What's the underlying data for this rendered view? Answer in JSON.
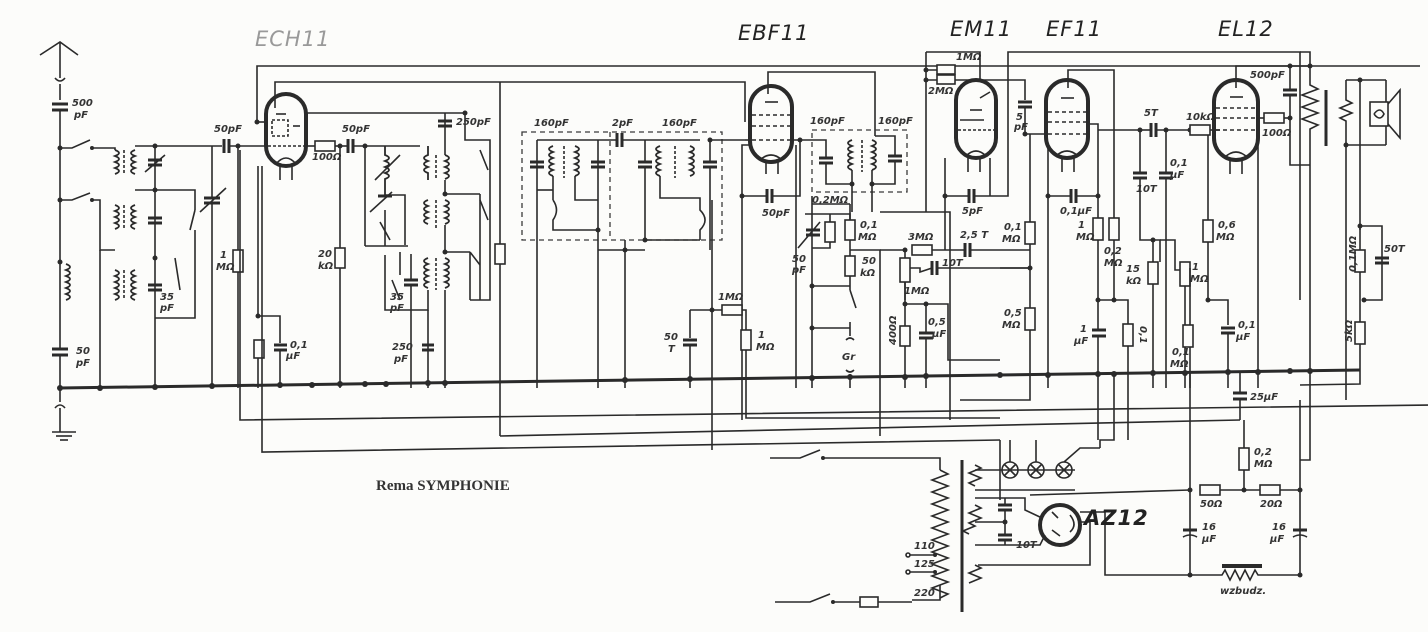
{
  "title": "Rema SYMPHONIE",
  "tubes": {
    "ecm11": "ECH11",
    "ebf11": "EBF11",
    "em11": "EM11",
    "ef11": "EF11",
    "el12": "EL12",
    "az12": "AZ12"
  },
  "labels": {
    "ant_cap": [
      "500",
      "pF"
    ],
    "ground_cap": [
      "50",
      "pF"
    ],
    "c35_left": [
      "35",
      "pF"
    ],
    "c50_grid": "50pF",
    "r1m_grid": [
      "1",
      "MΩ"
    ],
    "r100": "100Ω",
    "c50_osc": "50pF",
    "r20k": [
      "20",
      "kΩ"
    ],
    "c01_cath": [
      "0,1",
      "μF"
    ],
    "c250_top": "250pF",
    "c35_osc": [
      "35",
      "pF"
    ],
    "c250_bot": [
      "250",
      "pF"
    ],
    "if1_160a": "160pF",
    "if_2pf": "2pF",
    "if1_160b": "160pF",
    "if2_160a": "160pF",
    "if2_160b": "160pF",
    "c50_ebf": "50pF",
    "r02m": "0,2MΩ",
    "c50_ebf2": [
      "50",
      "pF"
    ],
    "r01m_ebf": [
      "0,1",
      "MΩ"
    ],
    "r50k": [
      "50",
      "kΩ"
    ],
    "gr": "Gr",
    "r1m_avc": "1MΩ",
    "c50t": [
      "50",
      "T"
    ],
    "r1m_avc2": [
      "1",
      "MΩ"
    ],
    "r3m": "3MΩ",
    "c25t": "2,5 T",
    "c10t_vol": "10T",
    "pot1m": "1MΩ",
    "r400": "400Ω",
    "c05": [
      "0,5",
      "μF"
    ],
    "r1m_em": "1MΩ",
    "r2m_em": "2MΩ",
    "c5pf_em": "5pF",
    "c5pf_ef": [
      "5",
      "pF"
    ],
    "r01m_ef": [
      "0,1",
      "MΩ"
    ],
    "r05m_ef": [
      "0,5",
      "MΩ"
    ],
    "c01_ef": "0,1μF",
    "r1m_ef": [
      "1",
      "MΩ"
    ],
    "r02m_ef": [
      "0,2",
      "MΩ"
    ],
    "c1uf": [
      "1",
      "μF"
    ],
    "r01_ef2": [
      "0,1",
      "MΩ"
    ],
    "c5t": "5T",
    "c10t": "10T",
    "c01_tone": [
      "0,1",
      "μF"
    ],
    "r15k": [
      "15",
      "kΩ"
    ],
    "pot1m_tone": [
      "1",
      "MΩ"
    ],
    "r06m": [
      "0,6",
      "MΩ"
    ],
    "r01m_tone": [
      "0,1",
      "MΩ"
    ],
    "c01_tone2": [
      "0,1",
      "μF"
    ],
    "r10k": "10kΩ",
    "r100_el": "100Ω",
    "c500pf": "500pF",
    "r01m_fb": "0,1MΩ",
    "c50t_fb": "50T",
    "r5k": "5kΩ",
    "c25uf": "25μF",
    "r02m_ps": [
      "0,2",
      "MΩ"
    ],
    "r50ohm": "50Ω",
    "r20ohm": "20Ω",
    "c16a": [
      "16",
      "μF"
    ],
    "c16b": [
      "16",
      "μF"
    ],
    "c10t_ps": "10T",
    "v110": "110",
    "v125": "125",
    "v220": "220",
    "wzbudz": "wzbudz."
  }
}
